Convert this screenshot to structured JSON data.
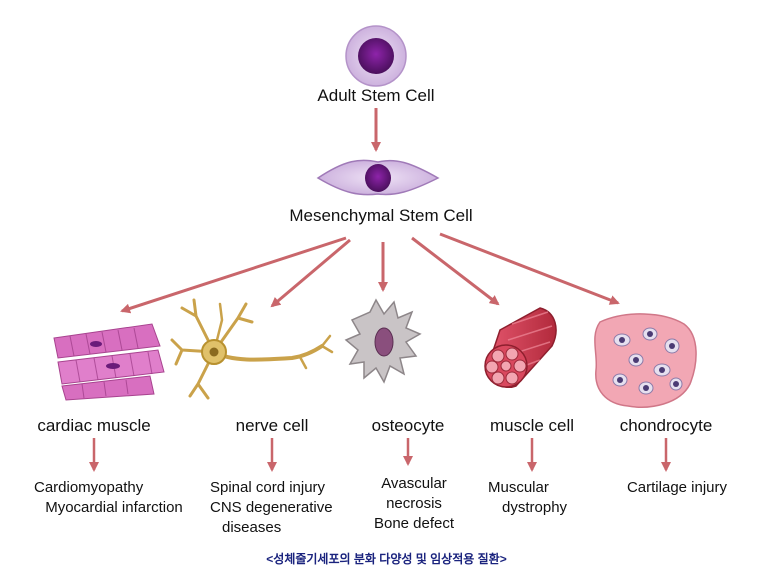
{
  "nodes": {
    "adult_stem_cell": "Adult Stem Cell",
    "mesenchymal_stem_cell": "Mesenchymal Stem Cell"
  },
  "cell_types": [
    {
      "name": "cardiac muscle",
      "diseases": [
        "Cardiomyopathy",
        "Myocardial infarction"
      ]
    },
    {
      "name": "nerve cell",
      "diseases": [
        "Spinal cord injury",
        "CNS degenerative",
        "diseases"
      ]
    },
    {
      "name": "osteocyte",
      "diseases": [
        "Avascular",
        "necrosis",
        "Bone defect"
      ]
    },
    {
      "name": "muscle cell",
      "diseases": [
        "Muscular",
        "dystrophy"
      ]
    },
    {
      "name": "chondrocyte",
      "diseases": [
        "Cartilage injury"
      ]
    }
  ],
  "caption": "<성체줄기세포의 분화 다양성 및 임상적용 질환>",
  "colors": {
    "arrow": "#c9666b",
    "nucleus": "#6a1b7a",
    "cell_body": "#d9c2e6"
  }
}
